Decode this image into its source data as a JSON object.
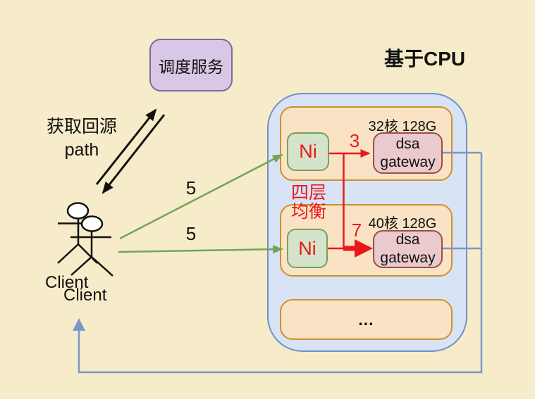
{
  "title": "基于CPU",
  "scheduler": {
    "label": "调度服务"
  },
  "fetch_path": {
    "line1": "获取回源",
    "line2": "path"
  },
  "client": {
    "label_back": "Client",
    "label_front": "Client"
  },
  "edges": {
    "client_to_ni1": "5",
    "client_to_ni2": "5",
    "ni1_to_gw1": "3",
    "ni2_to_gw2": "7"
  },
  "l4_balancer": {
    "line1": "四层",
    "line2": "均衡"
  },
  "cpu_cluster": {
    "nodes": [
      {
        "spec": "32核 128G",
        "ni_label": "Ni",
        "gateway_line1": "dsa",
        "gateway_line2": "gateway"
      },
      {
        "spec": "40核 128G",
        "ni_label": "Ni",
        "gateway_line1": "dsa",
        "gateway_line2": "gateway"
      }
    ],
    "ellipsis": "..."
  },
  "colors": {
    "background": "#f7ecc9",
    "scheduler_fill": "#d8c8e5",
    "scheduler_border": "#7d6ba0",
    "cluster_fill": "#d8e3f6",
    "cluster_border": "#7191c7",
    "node_fill": "#fae3c4",
    "node_border": "#c9912f",
    "ni_fill": "#d5e3ca",
    "ni_border": "#74a359",
    "gateway_fill": "#eacacc",
    "gateway_border": "#9c4c50",
    "red_accent": "#e8191c",
    "green_arrow": "#74a35a",
    "blue_line": "#7b96c9"
  }
}
